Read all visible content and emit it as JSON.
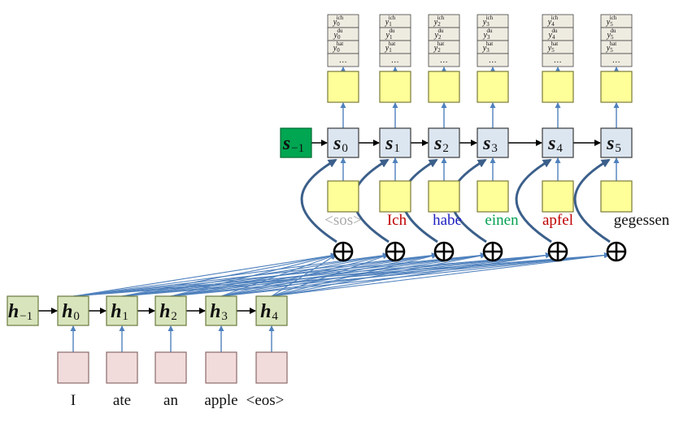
{
  "diagram": {
    "colors": {
      "encoder_fill": "#d8e4bc",
      "encoder_stroke": "#6b7a3f",
      "decoder_fill": "#dce6f1",
      "decoder_stroke": "#3a3a3a",
      "initial_state_fill": "#00a651",
      "yellow_fill": "#ffff99",
      "yellow_stroke": "#7a7a3a",
      "pink_fill": "#f2dcdb",
      "pink_stroke": "#8a6a6a",
      "prob_fill": "#eeece1",
      "attention_line": "#4f81bd",
      "context_curve": "#3b5f8a",
      "arrow_black": "#000000"
    },
    "encoder": {
      "initial": {
        "symbol": "h",
        "sub": "−1"
      },
      "states": [
        {
          "symbol": "h",
          "sub": "0"
        },
        {
          "symbol": "h",
          "sub": "1"
        },
        {
          "symbol": "h",
          "sub": "2"
        },
        {
          "symbol": "h",
          "sub": "3"
        },
        {
          "symbol": "h",
          "sub": "4"
        }
      ],
      "input_words": [
        "I",
        "ate",
        "an",
        "apple",
        "<eos>"
      ]
    },
    "decoder": {
      "initial": {
        "symbol": "s",
        "sub": "−1"
      },
      "states": [
        {
          "symbol": "s",
          "sub": "0"
        },
        {
          "symbol": "s",
          "sub": "1"
        },
        {
          "symbol": "s",
          "sub": "2"
        },
        {
          "symbol": "s",
          "sub": "3"
        },
        {
          "symbol": "s",
          "sub": "4"
        },
        {
          "symbol": "s",
          "sub": "5"
        }
      ],
      "input_words": [
        {
          "text": "<sos>",
          "color": "#aaaaaa"
        },
        {
          "text": "Ich",
          "color": "#c00000"
        },
        {
          "text": "habe",
          "color": "#2020c0"
        },
        {
          "text": "einen",
          "color": "#00a050"
        },
        {
          "text": "apfel",
          "color": "#c00000"
        },
        {
          "text": "gegessen",
          "color": "#111111"
        }
      ],
      "combine_symbol": "⊕",
      "prob_columns": [
        {
          "rows": [
            [
              "y",
              "0",
              "ich"
            ],
            [
              "y",
              "0",
              "du"
            ],
            [
              "y",
              "0",
              "hat"
            ]
          ],
          "ellipsis": "…"
        },
        {
          "rows": [
            [
              "y",
              "1",
              "ich"
            ],
            [
              "y",
              "1",
              "du"
            ],
            [
              "y",
              "1",
              "hat"
            ]
          ],
          "ellipsis": "…"
        },
        {
          "rows": [
            [
              "y",
              "2",
              "ich"
            ],
            [
              "y",
              "2",
              "du"
            ],
            [
              "y",
              "2",
              "hat"
            ]
          ],
          "ellipsis": "…"
        },
        {
          "rows": [
            [
              "y",
              "3",
              "ich"
            ],
            [
              "y",
              "3",
              "du"
            ],
            [
              "y",
              "3",
              "hat"
            ]
          ],
          "ellipsis": "…"
        },
        {
          "rows": [
            [
              "y",
              "4",
              "ich"
            ],
            [
              "y",
              "4",
              "du"
            ],
            [
              "y",
              "5",
              "hat"
            ]
          ],
          "ellipsis": "…"
        },
        {
          "rows": [
            [
              "y",
              "5",
              "ich"
            ],
            [
              "y",
              "5",
              "du"
            ],
            [
              "y",
              "5",
              "hat"
            ]
          ],
          "ellipsis": "…"
        }
      ]
    }
  }
}
